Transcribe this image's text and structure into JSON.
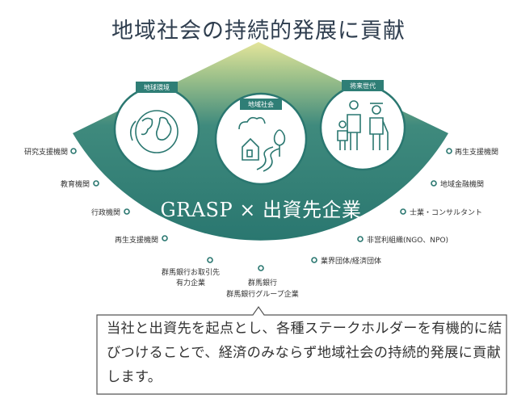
{
  "title": "地域社会の持続的発展に貢献",
  "circles": {
    "left": {
      "tag": "地球環境",
      "icon": "earth-icon"
    },
    "center": {
      "tag": "地域社会",
      "icon": "town-icon"
    },
    "right": {
      "tag": "将来世代",
      "icon": "family-icon"
    }
  },
  "center_label": "GRASP × 出資先企業",
  "stakeholders_left": [
    "研究支援機関",
    "教育機関",
    "行政機関",
    "再生支援機関",
    "群馬銀行お取引先",
    "有力企業"
  ],
  "stakeholders_bottom": [
    "群馬銀行",
    "群馬銀行グループ企業"
  ],
  "stakeholders_right": [
    "再生支援機関",
    "地域金融機関",
    "士業・コンサルタント",
    "非営利組織(NGO、NPO)",
    "業界団体/経済団体"
  ],
  "description": "当社と出資先を起点とし、各種ステークホルダーを有機的に結びつけることで、経済のみならず地域社会の持続的発展に貢献します。",
  "colors": {
    "fan": "#2f7e76",
    "glow": "#e8e79c",
    "title": "#2f3e4f"
  }
}
